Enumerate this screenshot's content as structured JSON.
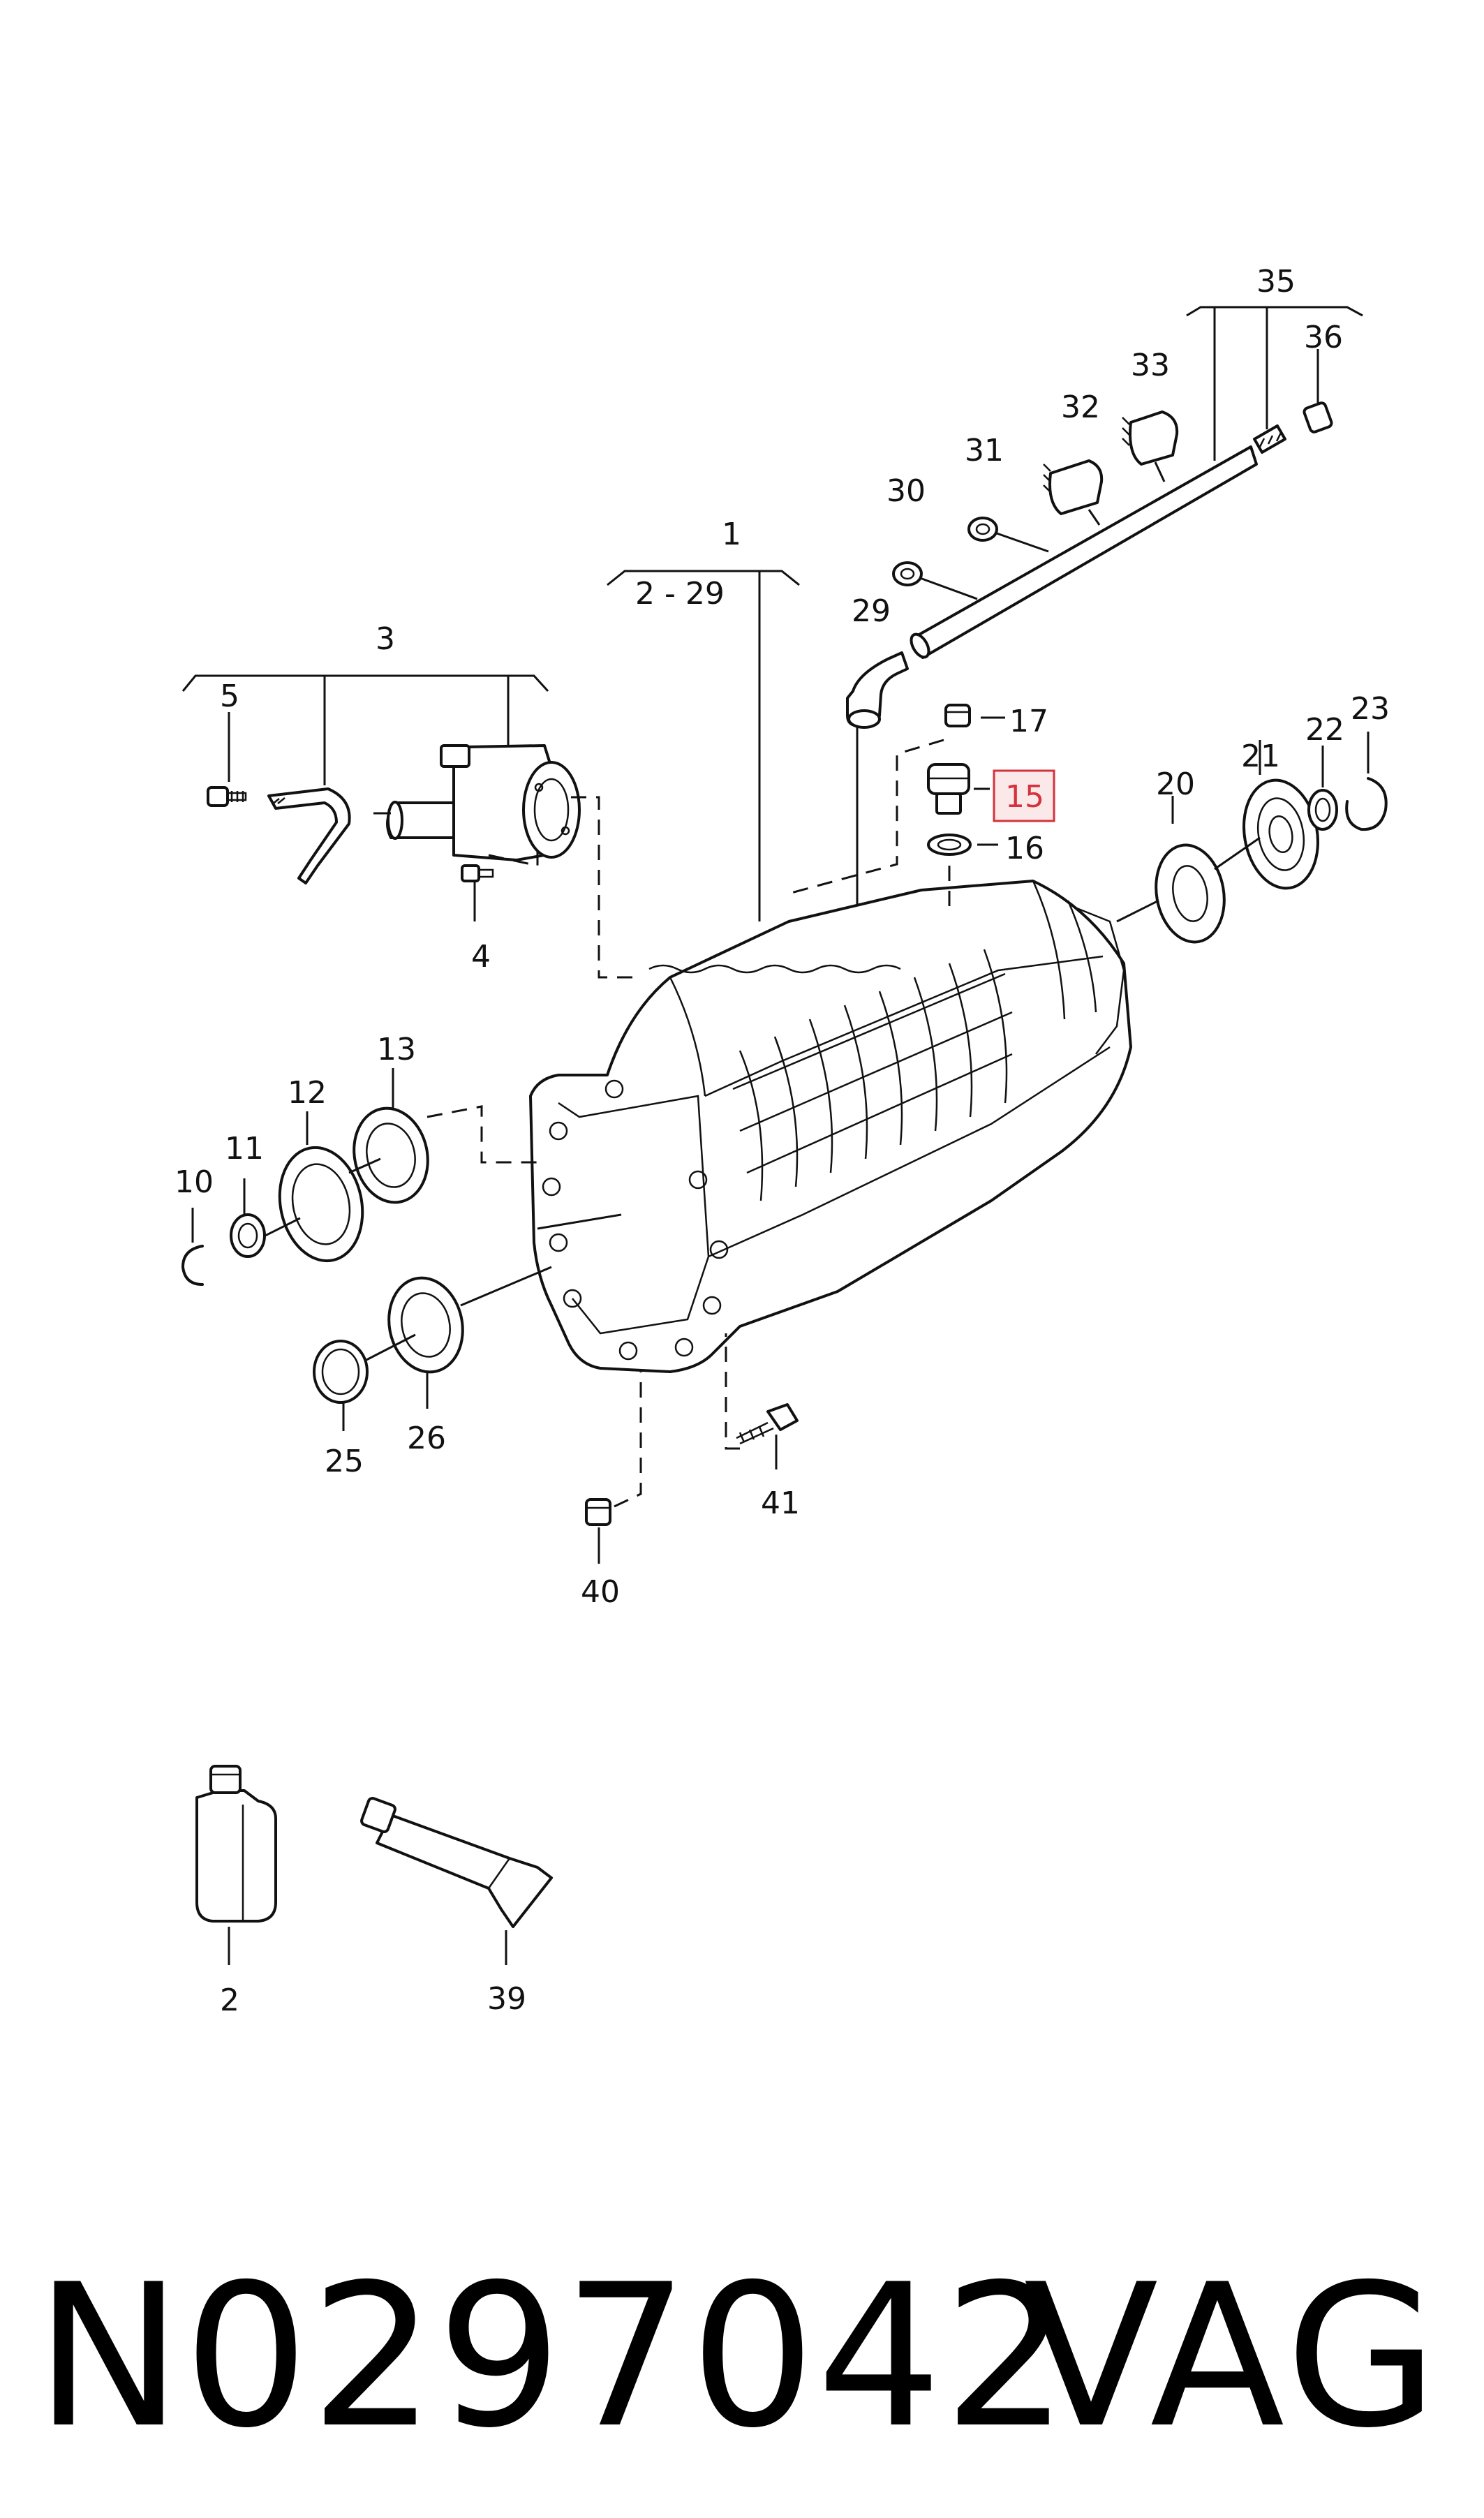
{
  "callouts": [
    {
      "id": "1",
      "text": "1"
    },
    {
      "id": "1-range",
      "text": "2 - 29"
    },
    {
      "id": "2",
      "text": "2"
    },
    {
      "id": "3",
      "text": "3"
    },
    {
      "id": "4",
      "text": "4"
    },
    {
      "id": "5",
      "text": "5"
    },
    {
      "id": "10",
      "text": "10"
    },
    {
      "id": "11",
      "text": "11"
    },
    {
      "id": "12",
      "text": "12"
    },
    {
      "id": "13",
      "text": "13"
    },
    {
      "id": "15",
      "text": "15",
      "highlighted": true
    },
    {
      "id": "16",
      "text": "16"
    },
    {
      "id": "17",
      "text": "17"
    },
    {
      "id": "20",
      "text": "20"
    },
    {
      "id": "21",
      "text": "21"
    },
    {
      "id": "22",
      "text": "22"
    },
    {
      "id": "23",
      "text": "23"
    },
    {
      "id": "25",
      "text": "25"
    },
    {
      "id": "26",
      "text": "26"
    },
    {
      "id": "29",
      "text": "29"
    },
    {
      "id": "30",
      "text": "30"
    },
    {
      "id": "31",
      "text": "31"
    },
    {
      "id": "32",
      "text": "32"
    },
    {
      "id": "33",
      "text": "33"
    },
    {
      "id": "35",
      "text": "35"
    },
    {
      "id": "36",
      "text": "36"
    },
    {
      "id": "39",
      "text": "39"
    },
    {
      "id": "40",
      "text": "40"
    },
    {
      "id": "41",
      "text": "41"
    }
  ],
  "highlight_color": "#d4323c",
  "footer": {
    "part_number": "N0297042",
    "brand": "VAG"
  }
}
